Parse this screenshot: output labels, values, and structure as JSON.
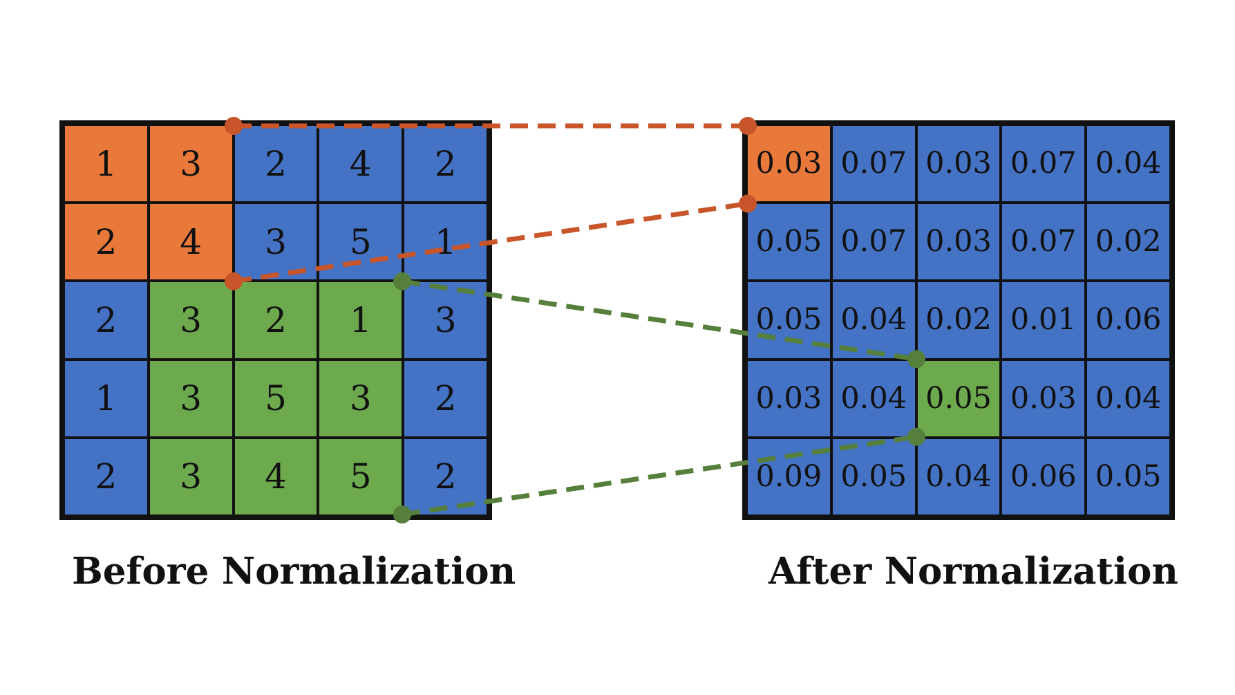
{
  "colors": {
    "orange": "#E8793A",
    "blue": "#4472C4",
    "green": "#6DAA4D",
    "orange_line": "#C8562A",
    "green_line": "#557F3A",
    "grid_line": "#111111"
  },
  "before": {
    "caption": "Before Normalization",
    "cells": [
      [
        {
          "v": "1",
          "c": "orange"
        },
        {
          "v": "3",
          "c": "orange"
        },
        {
          "v": "2",
          "c": "blue"
        },
        {
          "v": "4",
          "c": "blue"
        },
        {
          "v": "2",
          "c": "blue"
        }
      ],
      [
        {
          "v": "2",
          "c": "orange"
        },
        {
          "v": "4",
          "c": "orange"
        },
        {
          "v": "3",
          "c": "blue"
        },
        {
          "v": "5",
          "c": "blue"
        },
        {
          "v": "1",
          "c": "blue"
        }
      ],
      [
        {
          "v": "2",
          "c": "blue"
        },
        {
          "v": "3",
          "c": "green"
        },
        {
          "v": "2",
          "c": "green"
        },
        {
          "v": "1",
          "c": "green"
        },
        {
          "v": "3",
          "c": "blue"
        }
      ],
      [
        {
          "v": "1",
          "c": "blue"
        },
        {
          "v": "3",
          "c": "green"
        },
        {
          "v": "5",
          "c": "green"
        },
        {
          "v": "3",
          "c": "green"
        },
        {
          "v": "2",
          "c": "blue"
        }
      ],
      [
        {
          "v": "2",
          "c": "blue"
        },
        {
          "v": "3",
          "c": "green"
        },
        {
          "v": "4",
          "c": "green"
        },
        {
          "v": "5",
          "c": "green"
        },
        {
          "v": "2",
          "c": "blue"
        }
      ]
    ]
  },
  "after": {
    "caption": "After Normalization",
    "cells": [
      [
        {
          "v": "0.03",
          "c": "orange"
        },
        {
          "v": "0.07",
          "c": "blue"
        },
        {
          "v": "0.03",
          "c": "blue"
        },
        {
          "v": "0.07",
          "c": "blue"
        },
        {
          "v": "0.04",
          "c": "blue"
        }
      ],
      [
        {
          "v": "0.05",
          "c": "blue"
        },
        {
          "v": "0.07",
          "c": "blue"
        },
        {
          "v": "0.03",
          "c": "blue"
        },
        {
          "v": "0.07",
          "c": "blue"
        },
        {
          "v": "0.02",
          "c": "blue"
        }
      ],
      [
        {
          "v": "0.05",
          "c": "blue"
        },
        {
          "v": "0.04",
          "c": "blue"
        },
        {
          "v": "0.02",
          "c": "blue"
        },
        {
          "v": "0.01",
          "c": "blue"
        },
        {
          "v": "0.06",
          "c": "blue"
        }
      ],
      [
        {
          "v": "0.03",
          "c": "blue"
        },
        {
          "v": "0.04",
          "c": "blue"
        },
        {
          "v": "0.05",
          "c": "green"
        },
        {
          "v": "0.03",
          "c": "blue"
        },
        {
          "v": "0.04",
          "c": "blue"
        }
      ],
      [
        {
          "v": "0.09",
          "c": "blue"
        },
        {
          "v": "0.05",
          "c": "blue"
        },
        {
          "v": "0.04",
          "c": "blue"
        },
        {
          "v": "0.06",
          "c": "blue"
        },
        {
          "v": "0.05",
          "c": "blue"
        }
      ]
    ]
  },
  "links": [
    {
      "color": "orange",
      "from": "top-right of orange region (before)",
      "to": "top-left of orange cell (after)"
    },
    {
      "color": "orange",
      "from": "bottom-right of orange region (before)",
      "to": "bottom-left of orange cell (after)"
    },
    {
      "color": "green",
      "from": "top-right of green region (before)",
      "to": "top-left of green cell (after)"
    },
    {
      "color": "green",
      "from": "bottom-right of green region (before)",
      "to": "bottom-left of green cell (after)"
    }
  ]
}
